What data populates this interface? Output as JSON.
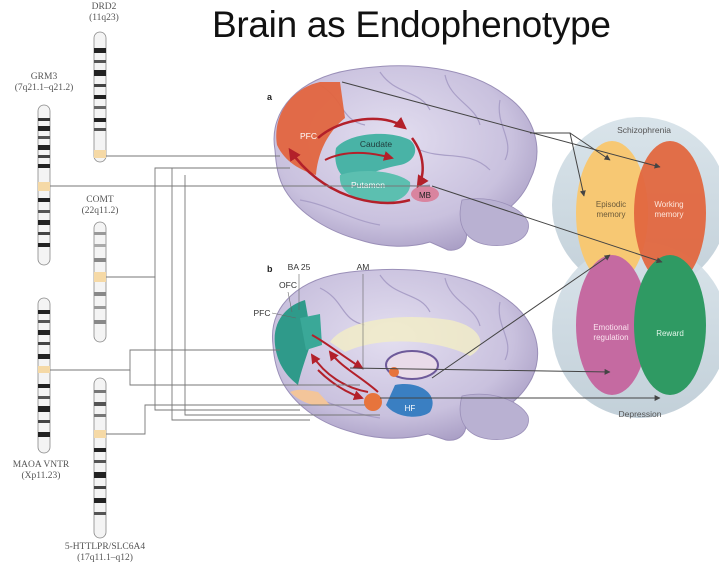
{
  "title": "Brain as Endophenotype",
  "genes": {
    "drd2": {
      "name": "DRD2",
      "locus": "(11q23)"
    },
    "grm3": {
      "name": "GRM3",
      "locus": "(7q21.1–q21.2)"
    },
    "comt": {
      "name": "COMT",
      "locus": "(22q11.2)"
    },
    "maoa": {
      "name": "MAOA VNTR",
      "locus": "(Xp11.23)"
    },
    "httlpr": {
      "name": "5-HTTLPR/SLC6A4",
      "locus": "(17q11.1–q12)"
    }
  },
  "panel_a": {
    "label": "a",
    "regions": {
      "pfc": "PFC",
      "caudate": "Caudate",
      "putamen": "Putamen",
      "mb": "MB"
    }
  },
  "panel_b": {
    "label": "b",
    "regions": {
      "ba25": "BA 25",
      "am": "AM",
      "ofc": "OFC",
      "pfc": "PFC",
      "hf": "HF"
    }
  },
  "disorders": {
    "schizophrenia": "Schizophrenia",
    "depression": "Depression",
    "episodic": [
      "Episodic",
      "memory"
    ],
    "working": [
      "Working",
      "memory"
    ],
    "emotional": [
      "Emotional",
      "regulation"
    ],
    "reward": "Reward"
  },
  "colors": {
    "episodic": "#f7c873",
    "working": "#e2673f",
    "emotional": "#c56aa1",
    "reward": "#2f9a63",
    "pathway": "#b3202a",
    "circle": "#c8d6df"
  }
}
